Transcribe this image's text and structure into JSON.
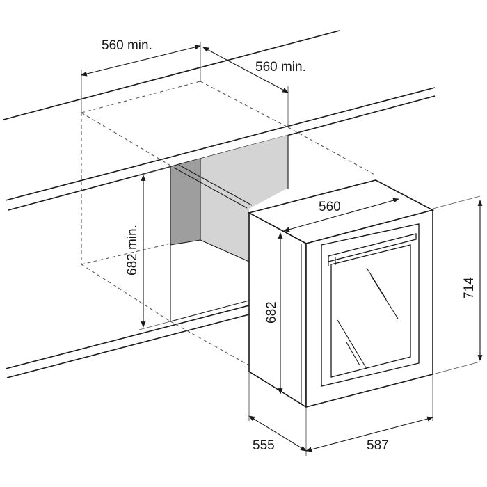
{
  "dimensions": {
    "niche_width": "560 min.",
    "niche_depth": "560 min.",
    "niche_height": "682 min.",
    "unit_width": "560",
    "unit_body_height": "682",
    "unit_total_height": "714",
    "unit_depth_body": "555",
    "unit_depth_total": "587"
  },
  "colors": {
    "line": "#1a1a1a",
    "niche_back_wall": "#d4d4d4",
    "niche_side_wall": "#9e9e9e",
    "background": "#ffffff"
  }
}
